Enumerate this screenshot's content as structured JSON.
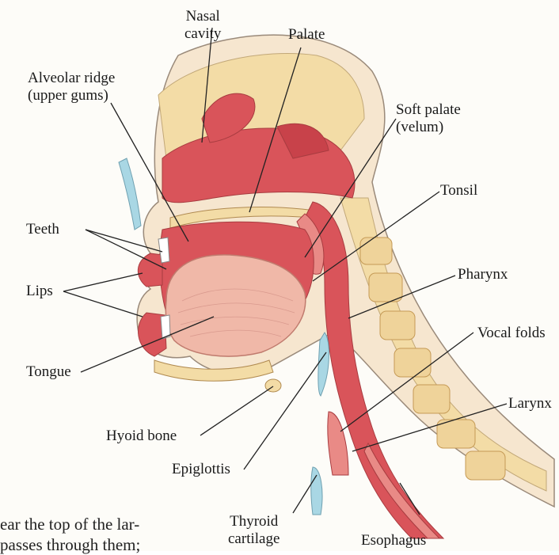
{
  "diagram": {
    "labels": {
      "nasal_cavity": "Nasal\ncavity",
      "palate": "Palate",
      "alveolar_ridge": "Alveolar ridge\n(upper gums)",
      "soft_palate": "Soft palate\n(velum)",
      "tonsil": "Tonsil",
      "teeth": "Teeth",
      "lips": "Lips",
      "pharynx": "Pharynx",
      "vocal_folds": "Vocal folds",
      "tongue": "Tongue",
      "larynx": "Larynx",
      "hyoid_bone": "Hyoid bone",
      "epiglottis": "Epiglottis",
      "thyroid_cartilage": "Thyroid\ncartilage",
      "esophagus": "Esophagus"
    },
    "body_text": {
      "line_1": "ear the top of the lar-",
      "line_2": "passes through them;"
    },
    "colors": {
      "tissue": "#d9545a",
      "tissue_light": "#e98a86",
      "bone": "#f3dca6",
      "bone_dots": "#d8a24e",
      "cartilage": "#a9d7e4",
      "mouth_cavity": "#f0b8a8",
      "skin": "#f6e6cf"
    }
  }
}
